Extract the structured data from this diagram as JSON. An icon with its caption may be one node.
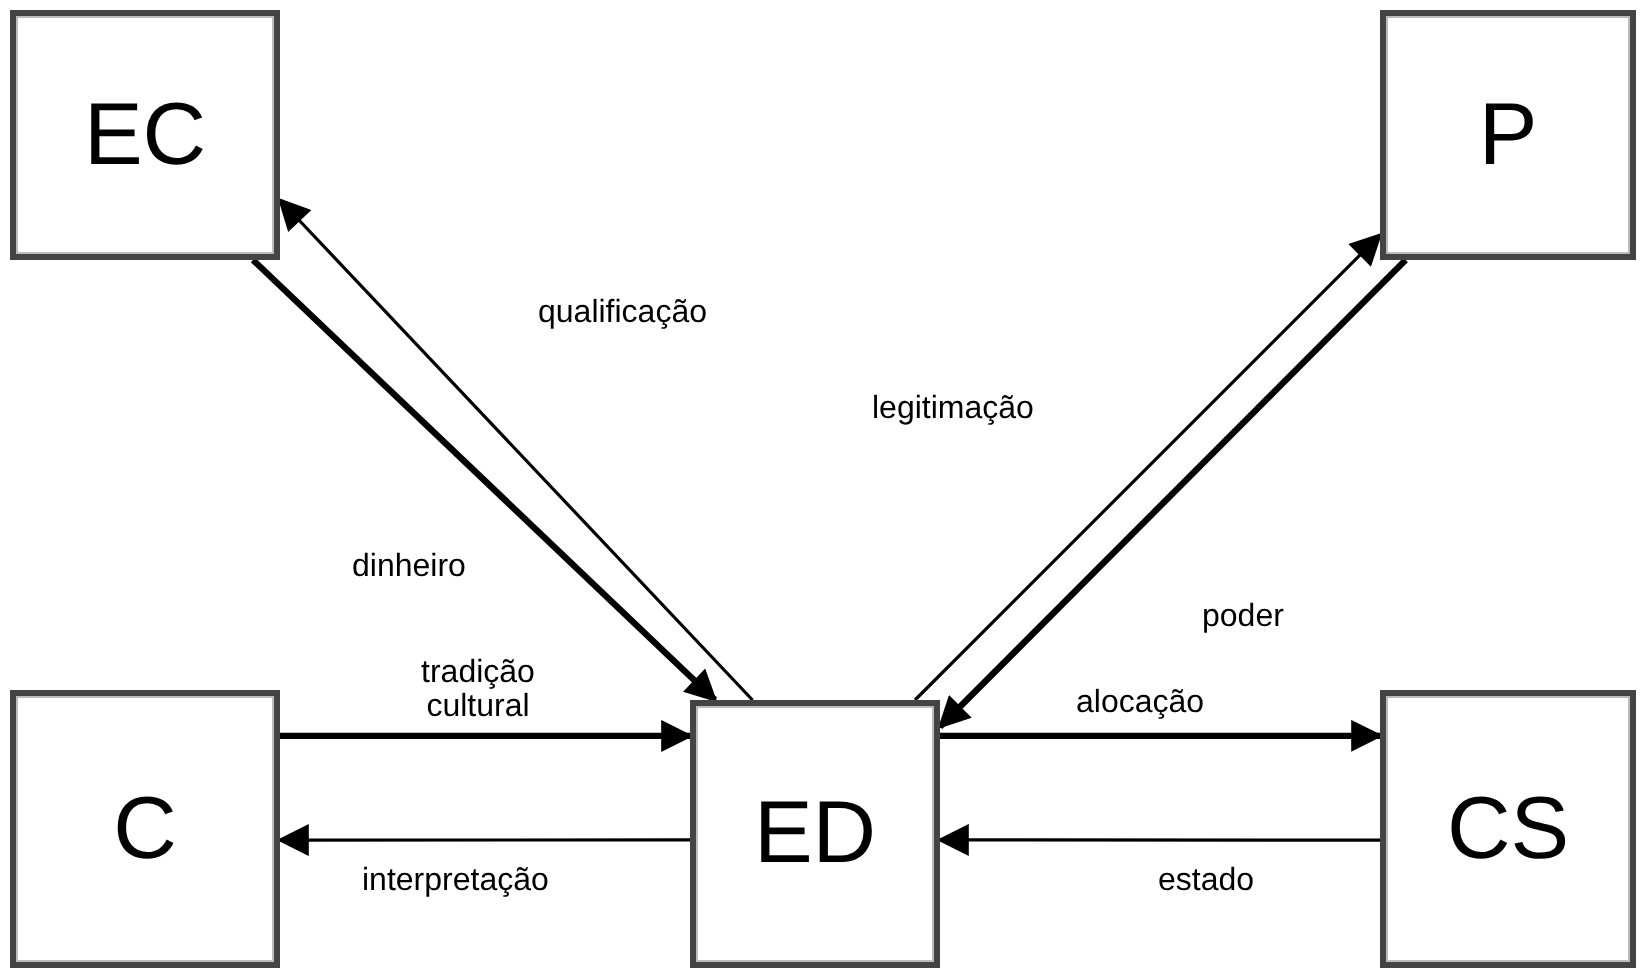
{
  "diagram": {
    "nodes": [
      {
        "text": [
          "EC"
        ]
      },
      {
        "text": [
          "P"
        ]
      },
      {
        "text": [
          "C"
        ]
      },
      {
        "text": [
          "ED"
        ]
      },
      {
        "text": [
          "CS"
        ]
      }
    ],
    "edges": [
      {
        "from": 3,
        "to": 0,
        "arrow": "to",
        "label": "qualificação"
      },
      {
        "from": 0,
        "to": 3,
        "arrow": "to",
        "label": "dinheiro",
        "style": "thick"
      },
      {
        "from": 3,
        "to": 1,
        "arrow": "to",
        "label": "legitimação"
      },
      {
        "from": 1,
        "to": 3,
        "arrow": "to",
        "label": "poder",
        "style": "thick"
      },
      {
        "from": 2,
        "to": 3,
        "arrow": "to",
        "label": "tradição cultural",
        "style": "thick"
      },
      {
        "from": 3,
        "to": 2,
        "arrow": "to",
        "label": "interpretação"
      },
      {
        "from": 3,
        "to": 4,
        "arrow": "to",
        "label": "alocação",
        "style": "thick"
      },
      {
        "from": 4,
        "to": 3,
        "arrow": "to",
        "label": "estado"
      }
    ]
  }
}
